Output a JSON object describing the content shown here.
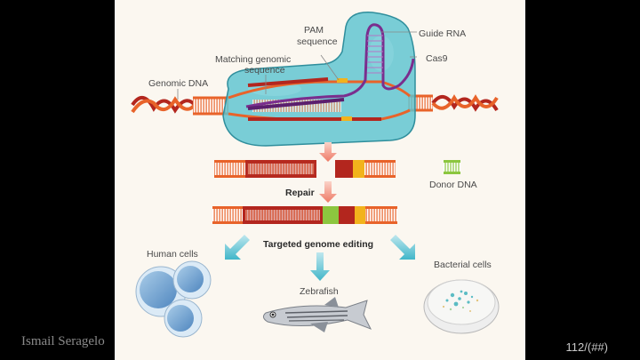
{
  "slide": {
    "author": "Ismail Seragelo",
    "page_number": "112/(##)"
  },
  "figure": {
    "labels": {
      "genomic_dna": "Genomic DNA",
      "matching_line1": "Matching genomic",
      "matching_line2": "sequence",
      "pam_line1": "PAM",
      "pam_line2": "sequence",
      "guide_rna": "Guide RNA",
      "cas9": "Cas9",
      "repair": "Repair",
      "donor_dna": "Donor DNA",
      "targeted": "Targeted genome editing",
      "human_cells": "Human cells",
      "zebrafish": "Zebrafish",
      "bacterial_cells": "Bacterial cells"
    },
    "colors": {
      "background": "#fbf7f0",
      "dna_orange": "#e8632a",
      "dna_dark_red": "#b3261e",
      "pam_yellow": "#f2b31c",
      "donor_green": "#8cc63f",
      "guide_rna_purple": "#7a2e8e",
      "cas9_teal": "#5cc3cf",
      "arrow_salmon": "#f08a78",
      "arrow_teal": "#5bc3d3"
    }
  }
}
